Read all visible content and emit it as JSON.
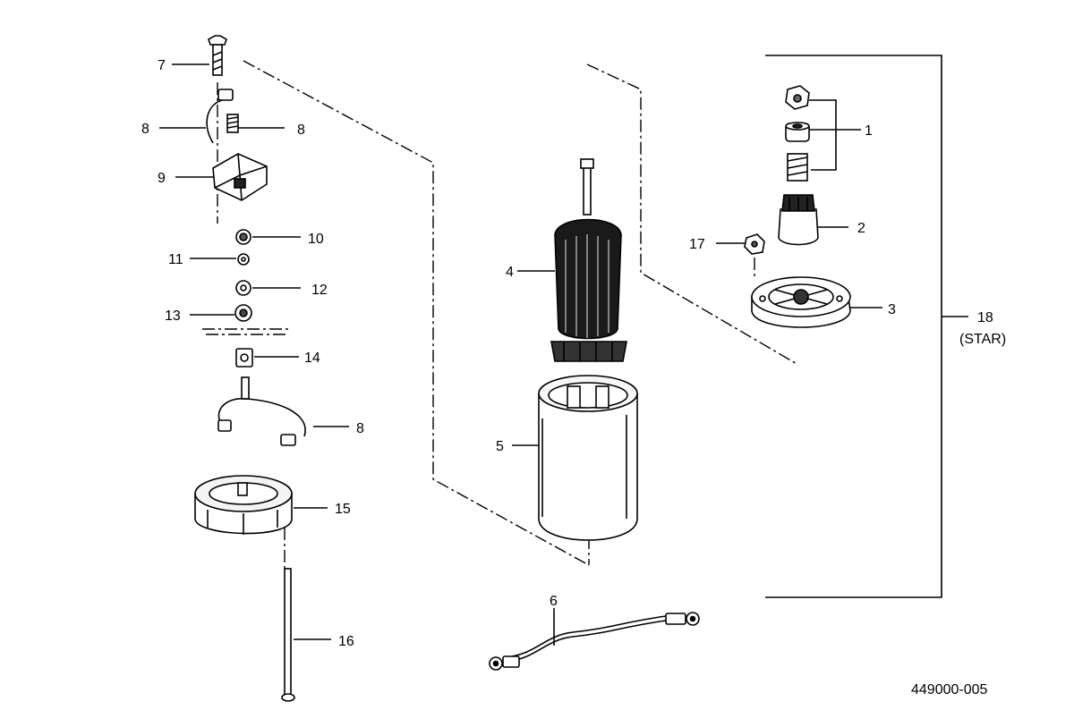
{
  "diagram": {
    "part_number": "449000-005",
    "labels": {
      "p1": "1",
      "p2": "2",
      "p3": "3",
      "p4": "4",
      "p5": "5",
      "p6": "6",
      "p7": "7",
      "p8a": "8",
      "p8b": "8",
      "p8c": "8",
      "p9": "9",
      "p10": "10",
      "p11": "11",
      "p12": "12",
      "p13": "13",
      "p14": "14",
      "p15": "15",
      "p16": "16",
      "p17": "17",
      "p18": "18",
      "p18_sub": "(STAR)"
    }
  }
}
